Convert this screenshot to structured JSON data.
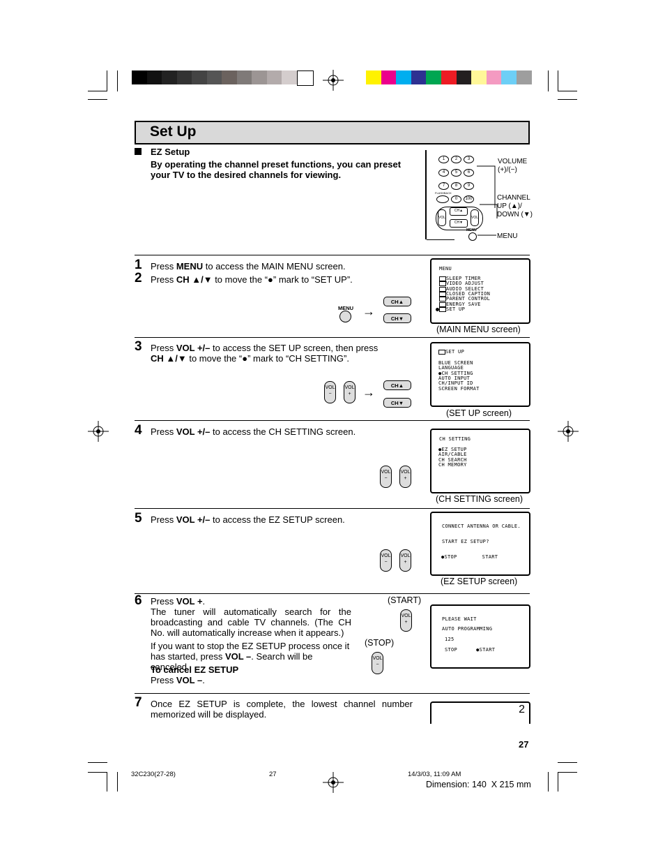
{
  "colors": {
    "gray_bar": [
      "#000000",
      "#111111",
      "#222222",
      "#333333",
      "#444444",
      "#555555",
      "#6b625e",
      "#7f7a78",
      "#9c9594",
      "#b3abab",
      "#d4cdcd",
      "#ffffff"
    ],
    "color_bar": [
      "#fff200",
      "#ec008c",
      "#00aeef",
      "#2e3192",
      "#00a651",
      "#ed1c24",
      "#231f20",
      "#fff799",
      "#f49ac1",
      "#6dcff6",
      "#9e9e9e"
    ],
    "title_bg": "#d9d9d9"
  },
  "title": "Set Up",
  "intro": {
    "heading": "EZ Setup",
    "body": "By operating the channel preset functions, you can preset your TV to the desired channels for viewing."
  },
  "remote": {
    "keys": [
      "1",
      "2",
      "3",
      "4",
      "5",
      "6",
      "7",
      "8",
      "9",
      "0",
      "100"
    ],
    "flashback": "FLASHBACK",
    "ch_up": "CH▲",
    "ch_down": "CH▼",
    "vol": "VOL",
    "menu": "MENU",
    "label_volume_1": "VOLUME",
    "label_volume_2": "(+)/(−)",
    "label_channel_1": "CHANNEL",
    "label_channel_2": "UP (▲)/",
    "label_channel_3": "DOWN (▼)",
    "label_menu": "MENU"
  },
  "steps": {
    "s1": {
      "num": "1",
      "a": "Press ",
      "b": "MENU",
      "c": " to access the MAIN MENU screen."
    },
    "s2": {
      "num": "2",
      "a": "Press ",
      "b": "CH ▲/▼",
      "c": " to move the “●” mark to “SET UP”."
    },
    "s3": {
      "num": "3",
      "a": "Press ",
      "b": "VOL +/–",
      "c": " to access the SET UP screen, then press",
      "d": "CH ▲/▼",
      "e": " to move the “●” mark to “CH SETTING”."
    },
    "s4": {
      "num": "4",
      "a": "Press ",
      "b": "VOL +/–",
      "c": " to access the CH SETTING screen."
    },
    "s5": {
      "num": "5",
      "a": "Press ",
      "b": "VOL +/–",
      "c": " to access the EZ SETUP screen."
    },
    "s6": {
      "num": "6",
      "a": "Press ",
      "b": "VOL +",
      "c": ".",
      "p1": "The tuner will automatically search for the broadcasting and cable TV channels. (The CH No. will automatically increase when it appears.)",
      "p2a": "If you want to stop the EZ SETUP process once it has started, press ",
      "p2b": "VOL –",
      "p2c": ". Search will be canceled.",
      "cancel_title": "To cancel EZ SETUP",
      "cancel_a": "Press ",
      "cancel_b": "VOL –",
      "cancel_c": ".",
      "start": "(START)",
      "stop": "(STOP)"
    },
    "s7": {
      "num": "7",
      "text": "Once EZ SETUP is complete, the lowest channel number memorized will be displayed."
    }
  },
  "buttons": {
    "menu": "MENU",
    "ch_up": "CH▲",
    "ch_down": "CH▼",
    "vol": "VOL",
    "minus": "−",
    "plus": "+",
    "arrow": "→"
  },
  "screens": {
    "main_menu": {
      "title": "MENU",
      "items": [
        "SLEEP TIMER",
        "VIDEO ADJUST",
        "AUDIO SELECT",
        "CLOSED CAPTION",
        "PARENT CONTROL",
        "ENERGY SAVE",
        "SET UP"
      ],
      "caption": "(MAIN MENU screen)"
    },
    "set_up": {
      "title": "SET UP",
      "items": [
        "BLUE SCREEN",
        "LANGUAGE",
        "●CH SETTING",
        "AUTO INPUT",
        "CH/INPUT ID",
        "SCREEN FORMAT"
      ],
      "caption": "(SET UP screen)"
    },
    "ch_setting": {
      "title": "CH SETTING",
      "items": [
        "●EZ SETUP",
        "AIR/CABLE",
        "CH SEARCH",
        "CH MEMORY"
      ],
      "caption": "(CH SETTING screen)"
    },
    "ez_setup": {
      "line1": "CONNECT ANTENNA OR CABLE.",
      "line2": "START EZ SETUP?",
      "line3": "●STOP        START",
      "caption": "(EZ SETUP screen)"
    },
    "programming": {
      "line1": "PLEASE WAIT",
      "line2": "AUTO PROGRAMMING",
      "line3": "125",
      "line4": "STOP      ●START"
    },
    "final": {
      "channel": "2"
    }
  },
  "page_number": "27",
  "footer": {
    "code": "32C230(27-28)",
    "page": "27",
    "timestamp": "14/3/03, 11:09 AM",
    "dimension": "Dimension: 140  X 215 mm"
  }
}
